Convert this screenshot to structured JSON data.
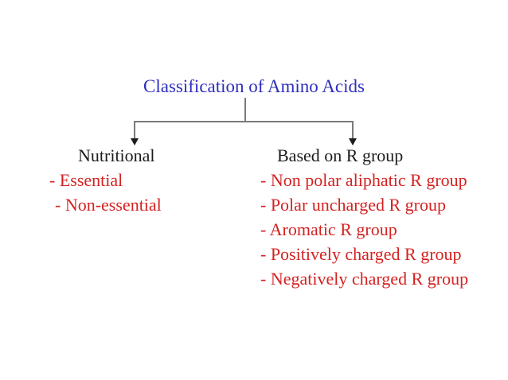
{
  "slide": {
    "background": "#ffffff",
    "title": {
      "text": "Classification of Amino Acids",
      "color": "#2d2dbe"
    },
    "connector": {
      "shape": "tree-branch",
      "line_color": "#7a7a7a",
      "arrow_color": "#1c1c1c"
    },
    "left_branch": {
      "heading": "Nutritional",
      "heading_color": "#1c1c1c",
      "item_color": "#d42222",
      "items": [
        "- Essential",
        "- Non-essential"
      ]
    },
    "right_branch": {
      "heading": "Based on R group",
      "heading_color": "#1c1c1c",
      "item_color": "#d42222",
      "items": [
        "- Non polar aliphatic R group",
        "- Polar uncharged R group",
        "- Aromatic R group",
        "- Positively charged R group",
        "- Negatively charged R group"
      ]
    }
  }
}
